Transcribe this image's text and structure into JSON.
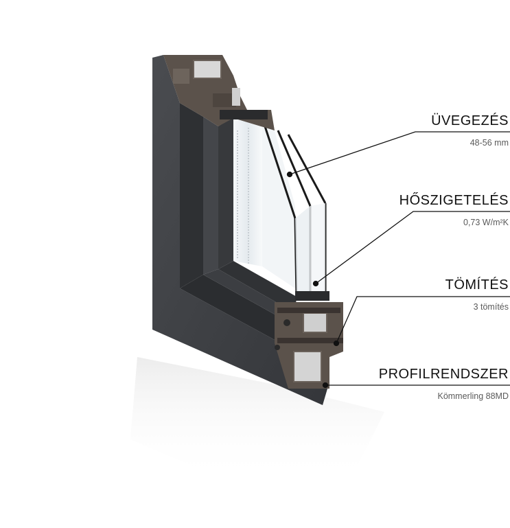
{
  "labels": [
    {
      "title": "ÜVEGEZÉS",
      "value": "48-56 mm"
    },
    {
      "title": "HŐSZIGETELÉS",
      "value": "0,73  W/m²K"
    },
    {
      "title": "TÖMÍTÉS",
      "value": "3 tömítés"
    },
    {
      "title": "PROFILRENDSZER",
      "value": "Kömmerling 88MD"
    }
  ],
  "colors": {
    "frame": "#3d3f42",
    "frame_dark": "#2b2d30",
    "core": "#5a5048",
    "glass": "#e8eef1",
    "line": "#111111"
  }
}
